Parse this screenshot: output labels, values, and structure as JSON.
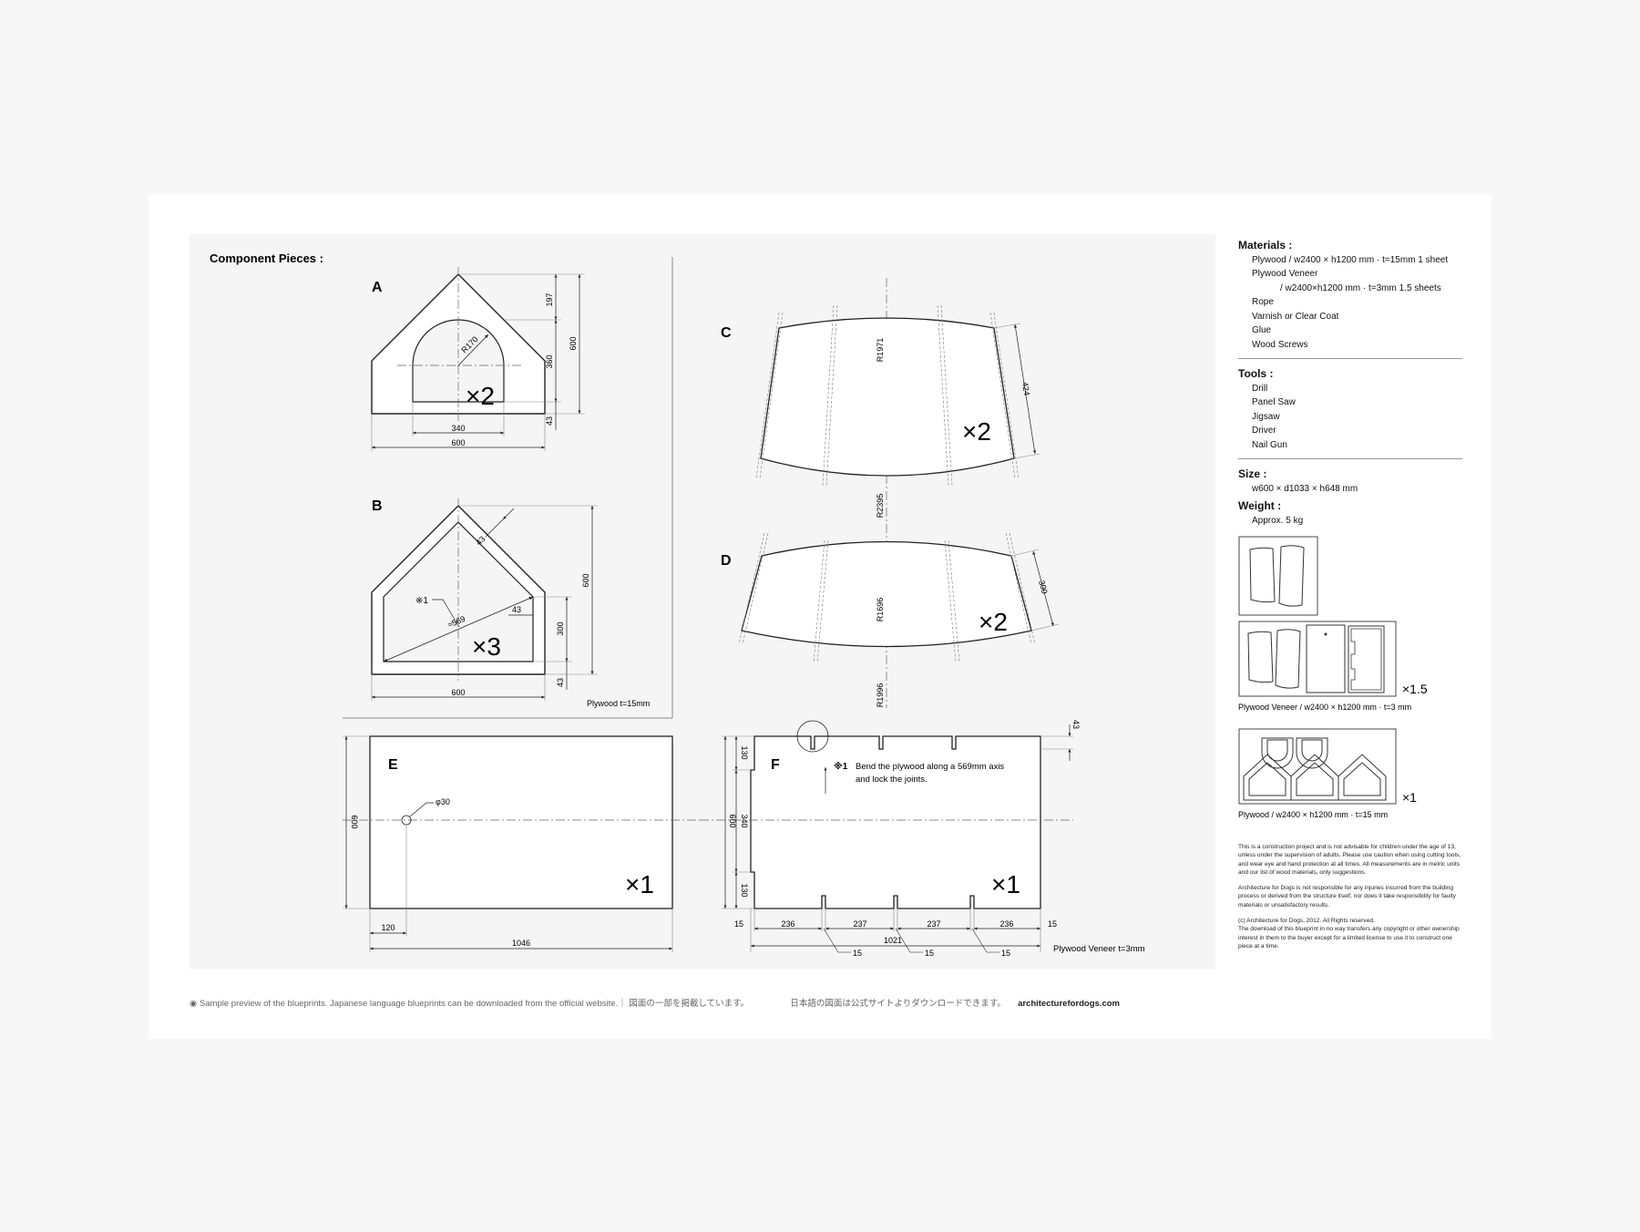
{
  "drawing": {
    "title": "Component Pieces :",
    "pieces": [
      {
        "letter": "A",
        "qty": "×2",
        "dims": {
          "d197": "197",
          "d600v": "600",
          "d360": "360",
          "d43": "43",
          "r170": "R170",
          "d340": "340",
          "d600h": "600"
        }
      },
      {
        "letter": "B",
        "qty": "×3",
        "dims": {
          "d43a": "43",
          "d43b": "43",
          "d600v": "600",
          "d300": "300",
          "d43c": "43",
          "d569": "≈569",
          "note": "※1",
          "d600h": "600"
        }
      },
      {
        "letter": "C",
        "qty": "×2",
        "dims": {
          "r1971": "R1971",
          "d424": "424",
          "r2395": "R2395"
        }
      },
      {
        "letter": "D",
        "qty": "×2",
        "dims": {
          "r1696": "R1696",
          "d300": "300",
          "r1996": "R1996"
        }
      },
      {
        "letter": "E",
        "qty": "×1",
        "dims": {
          "hole": "φ30",
          "d600": "600",
          "d120": "120",
          "d1046": "1046"
        }
      },
      {
        "letter": "F",
        "qty": "×1",
        "dims": {
          "d43": "43",
          "d130a": "130",
          "d600": "600",
          "d340": "340",
          "d130b": "130",
          "b15a": "15",
          "b236a": "236",
          "b237a": "237",
          "b237b": "237",
          "b236b": "236",
          "b15b": "15",
          "d1021": "1021",
          "s15a": "15",
          "s15b": "15",
          "s15c": "15"
        }
      }
    ],
    "note_mark": "※1",
    "note_line1": "Bend the plywood along a 569mm axis",
    "note_line2": "and lock the joints.",
    "plywood_label": "Plywood t=15mm",
    "veneer_label": "Plywood Veneer t=3mm"
  },
  "sidebar": {
    "materials_heading": "Materials :",
    "materials": [
      "Plywood / w2400 × h1200 mm · t=15mm 1 sheet",
      "Plywood Veneer"
    ],
    "materials_indent": "/ w2400×h1200 mm · t=3mm 1.5 sheets",
    "materials_rest": [
      "Rope",
      "Varnish or Clear Coat",
      "Glue",
      "Wood Screws"
    ],
    "tools_heading": "Tools :",
    "tools": [
      "Drill",
      "Panel Saw",
      "Jigsaw",
      "Driver",
      "Nail Gun"
    ],
    "size_heading": "Size :",
    "size_value": "w600 × d1033 × h648 mm",
    "weight_heading": "Weight :",
    "weight_value": "Approx. 5 kg",
    "sheet1_mult": "×1.5",
    "sheet1_label": "Plywood Veneer / w2400 × h1200 mm · t=3 mm",
    "sheet2_mult": "×1",
    "sheet2_label": "Plywood / w2400 × h1200 mm · t=15 mm"
  },
  "legal": {
    "p1": "This is a construction project and is not advisable for children under the age of 13, unless under the supervision of adults. Please use caution when using cutting tools, and wear eye and hand protection at all times. All measurements are in metric units and our list of wood materials, only suggestions.",
    "p2": "Architecture for Dogs is not responsible for any injuries incurred from the building process or derived from the structure itself, nor does it take responsibility for faulty materials or unsatisfactory results.",
    "p3a": "(c) Architecture for Dogs, 2012. All Rights reserved.",
    "p3b": "The download of this blueprint in no way transfers any copyright or other ownership interest in them to the buyer except for a limited license to use it to construct one piece at a time."
  },
  "footer": {
    "text": "◉ Sample preview of the blueprints. Japanese language blueprints can be downloaded from the official website.｜ 図面の一部を掲載しています。",
    "jp": "日本語の図面は公式サイトよりダウンロードできます。",
    "url": "architecturefordogs.com"
  }
}
